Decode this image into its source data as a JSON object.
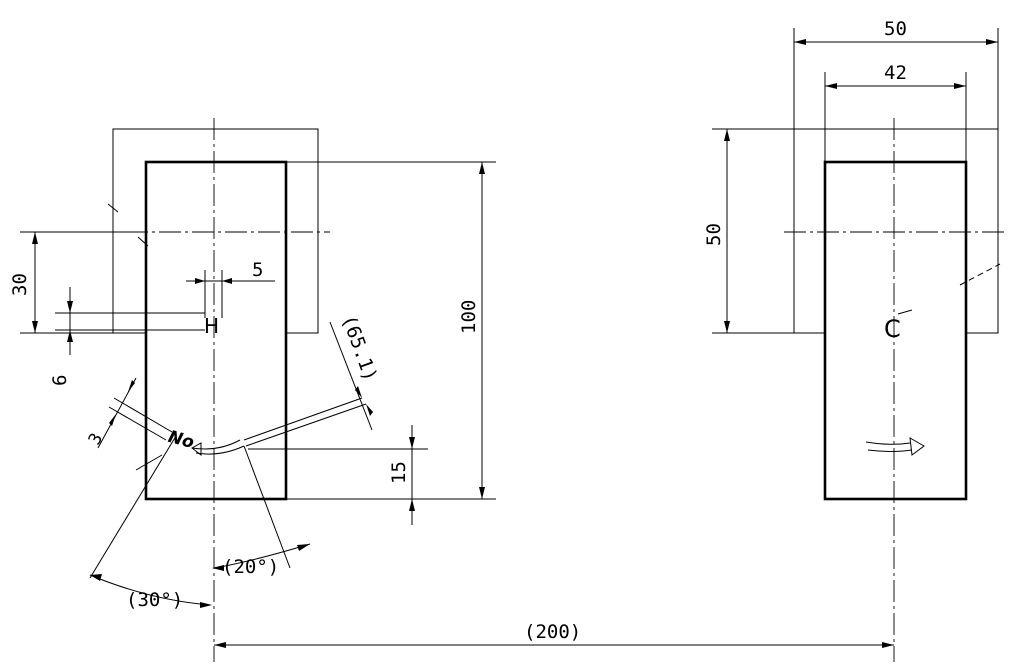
{
  "dimensions": {
    "top_width_outer": "50",
    "top_width_inner": "42",
    "right_height": "50",
    "left_height_30": "30",
    "left_offset_6": "6",
    "left_gap_3": "3",
    "h_width_5": "5",
    "total_height_100": "100",
    "bottom_offset_15": "15",
    "length_65": "(65.1)",
    "angle_20": "(20°)",
    "angle_30": "(30°)",
    "spacing_200": "(200)"
  },
  "marks": {
    "h_mark": "H",
    "no_mark": "No",
    "c_mark": "C"
  }
}
